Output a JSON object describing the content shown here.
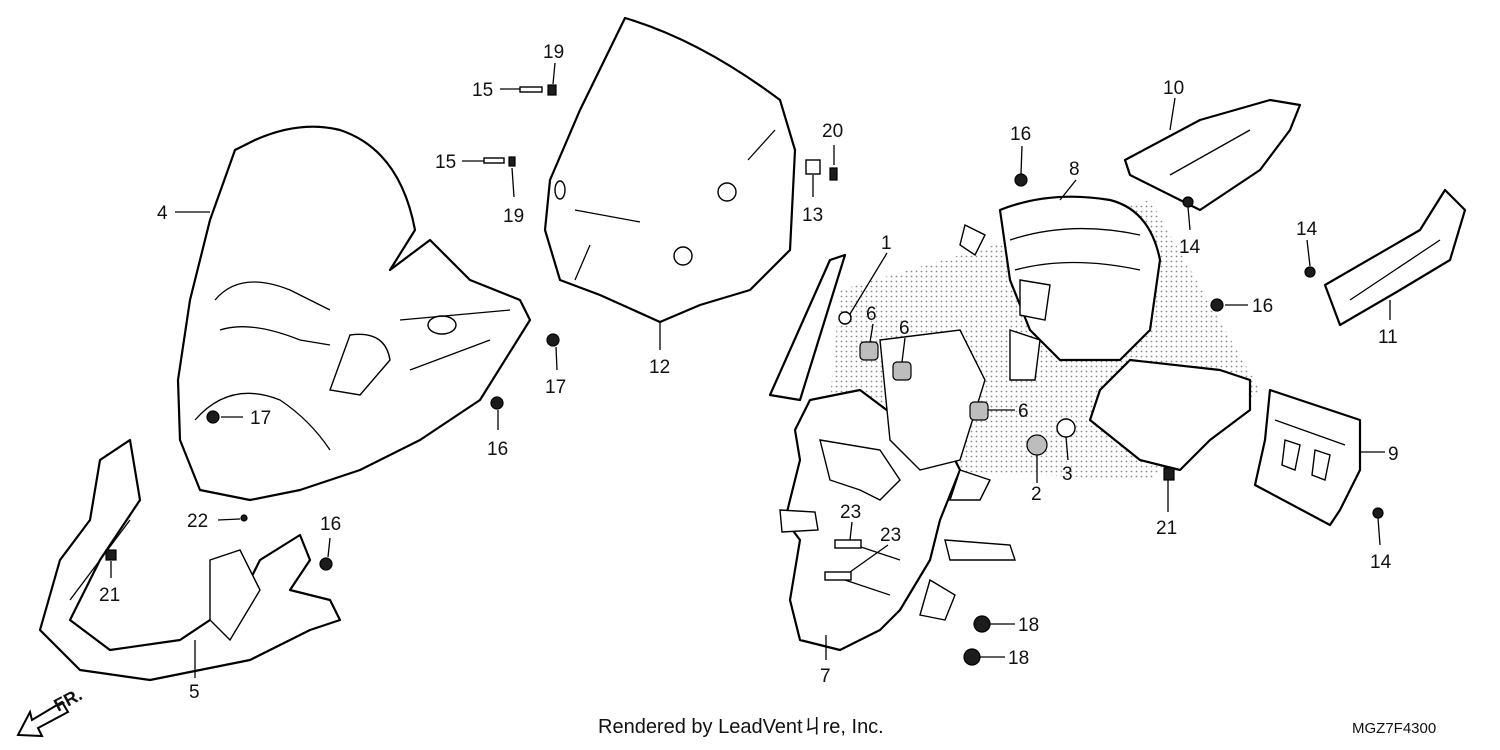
{
  "diagram": {
    "callouts": [
      {
        "id": "c19a",
        "label": "19"
      },
      {
        "id": "c15a",
        "label": "15"
      },
      {
        "id": "c15b",
        "label": "15"
      },
      {
        "id": "c19b",
        "label": "19"
      },
      {
        "id": "c4",
        "label": "4"
      },
      {
        "id": "c20",
        "label": "20"
      },
      {
        "id": "c13",
        "label": "13"
      },
      {
        "id": "c17a",
        "label": "17"
      },
      {
        "id": "c17b",
        "label": "17"
      },
      {
        "id": "c16a",
        "label": "16"
      },
      {
        "id": "c12",
        "label": "12"
      },
      {
        "id": "c22",
        "label": "22"
      },
      {
        "id": "c16b",
        "label": "16"
      },
      {
        "id": "c21a",
        "label": "21"
      },
      {
        "id": "c5",
        "label": "5"
      },
      {
        "id": "c1",
        "label": "1"
      },
      {
        "id": "c6a",
        "label": "6"
      },
      {
        "id": "c6b",
        "label": "6"
      },
      {
        "id": "c6c",
        "label": "6"
      },
      {
        "id": "c2",
        "label": "2"
      },
      {
        "id": "c3",
        "label": "3"
      },
      {
        "id": "c23a",
        "label": "23"
      },
      {
        "id": "c23b",
        "label": "23"
      },
      {
        "id": "c7",
        "label": "7"
      },
      {
        "id": "c18a",
        "label": "18"
      },
      {
        "id": "c18b",
        "label": "18"
      },
      {
        "id": "c16c",
        "label": "16"
      },
      {
        "id": "c8",
        "label": "8"
      },
      {
        "id": "c10",
        "label": "10"
      },
      {
        "id": "c14a",
        "label": "14"
      },
      {
        "id": "c14b",
        "label": "14"
      },
      {
        "id": "c16d",
        "label": "16"
      },
      {
        "id": "c11",
        "label": "11"
      },
      {
        "id": "c9",
        "label": "9"
      },
      {
        "id": "c21b",
        "label": "21"
      },
      {
        "id": "c14c",
        "label": "14"
      }
    ],
    "direction_label": "FR.",
    "credit": "Rendered by LeadVentㄐre, Inc.",
    "diagram_code": "MGZ7F4300"
  }
}
